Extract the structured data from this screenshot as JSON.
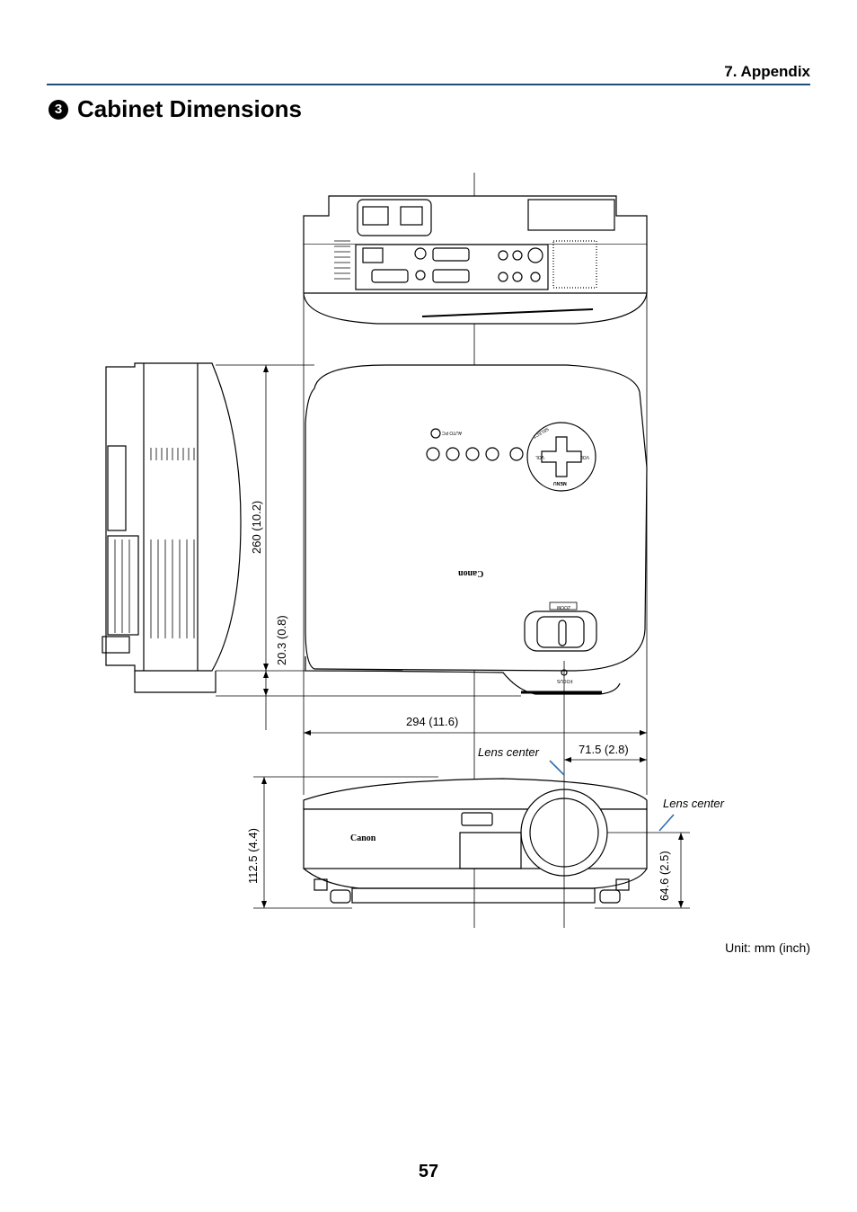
{
  "header": {
    "chapter": "7. Appendix"
  },
  "section": {
    "number": "3",
    "title": "Cabinet Dimensions"
  },
  "dimensions": {
    "depth": "260 (10.2)",
    "foot_height": "20.3 (0.8)",
    "width": "294 (11.6)",
    "lens_offset": "71.5 (2.8)",
    "height": "112.5 (4.4)",
    "lens_height": "64.6 (2.5)"
  },
  "labels": {
    "lens_center_top": "Lens center",
    "lens_center_front": "Lens center",
    "brand": "Canon",
    "auto_pc": "AUTO PC",
    "menu": "MENU",
    "vol_left": "VOL",
    "vol_right": "VOL",
    "select": "SELECT",
    "focus": "FOCUS",
    "zoom": "ZOOM"
  },
  "footer": {
    "unit": "Unit: mm (inch)",
    "page_number": "57"
  },
  "colors": {
    "accent": "#1f4e79",
    "lens_line": "#2e6fb0"
  }
}
